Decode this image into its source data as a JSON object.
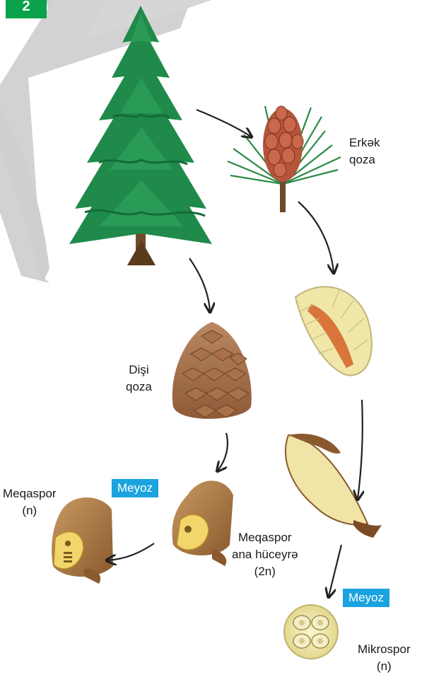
{
  "figure_number": "2",
  "labels": {
    "male_cone_line1": "Erkək",
    "male_cone_line2": "qoza",
    "female_cone_line1": "Dişi",
    "female_cone_line2": "qoza",
    "megaspore_line1": "Meqaspor",
    "megaspore_line2": "(n)",
    "mother_cell_line1": "Meqaspor",
    "mother_cell_line2": "ana hüceyrə",
    "mother_cell_line3": "(2n)",
    "microspore_line1": "Mikrospor",
    "microspore_line2": "(n)"
  },
  "badges": {
    "meiosis_left": "Meyoz",
    "meiosis_right": "Meyoz"
  },
  "colors": {
    "badge_bg": "#1aa3de",
    "figure_number_bg": "#0aa24a",
    "watermark": "#cfcfcf",
    "tree_green": "#1f8a4a",
    "cone_brown": "#9a5a32",
    "pollen_yellow": "#efe6a8"
  }
}
